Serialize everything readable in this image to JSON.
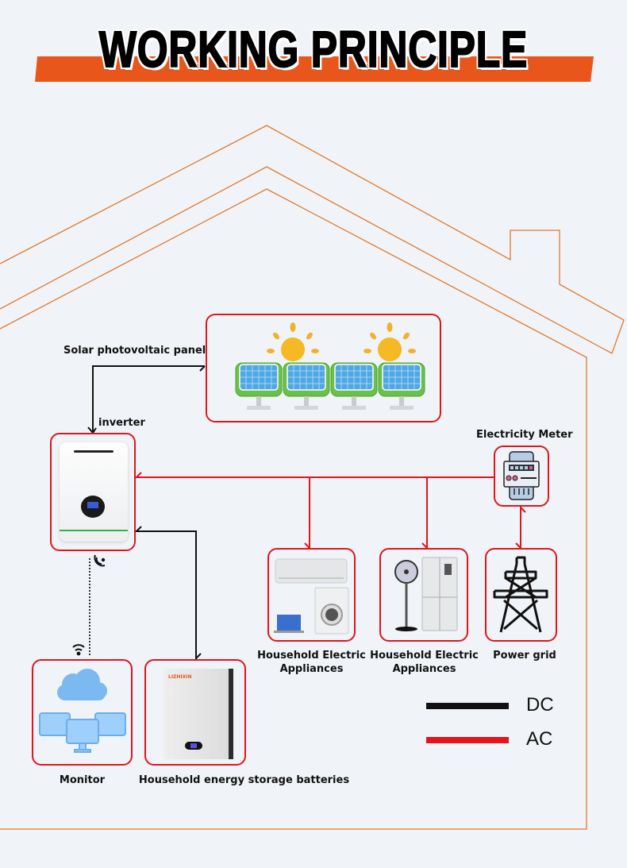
{
  "title": "WORKING PRINCIPLE",
  "colors": {
    "accent": "#e8561c",
    "ac_line": "#e0161c",
    "dc_line": "#111111",
    "house_outline": "#e07a2e"
  },
  "nodes": {
    "solar": {
      "label": "Solar photovoltaic panels",
      "icon": "solar-panels-icon"
    },
    "inverter": {
      "label": "inverter",
      "icon": "inverter-icon"
    },
    "meter": {
      "label": "Electricity Meter",
      "icon": "electricity-meter-icon"
    },
    "appliances_1": {
      "label": "Household Electric Appliances",
      "icon": "air-conditioner-washer-laptop-icon"
    },
    "appliances_2": {
      "label": "Household Electric Appliances",
      "icon": "fan-fridge-icon"
    },
    "grid": {
      "label": "Power grid",
      "icon": "power-tower-icon"
    },
    "monitor": {
      "label": "Monitor",
      "icon": "cloud-monitors-icon"
    },
    "battery": {
      "label": "Household energy storage batteries",
      "icon": "battery-icon",
      "brand": "LIZHIXIN"
    }
  },
  "legend": [
    {
      "label": "DC",
      "color": "#111111"
    },
    {
      "label": "AC",
      "color": "#e0161c"
    }
  ],
  "connections": [
    {
      "from": "inverter",
      "to": "solar",
      "type": "DC"
    },
    {
      "from": "meter",
      "to": "inverter",
      "type": "AC"
    },
    {
      "from": "meter",
      "to": "appliances_1",
      "type": "AC"
    },
    {
      "from": "meter",
      "to": "appliances_2",
      "type": "AC"
    },
    {
      "from": "meter",
      "to": "grid",
      "type": "AC"
    },
    {
      "from": "battery",
      "to": "inverter",
      "type": "DC"
    },
    {
      "from": "inverter",
      "to": "monitor",
      "type": "wireless"
    }
  ]
}
